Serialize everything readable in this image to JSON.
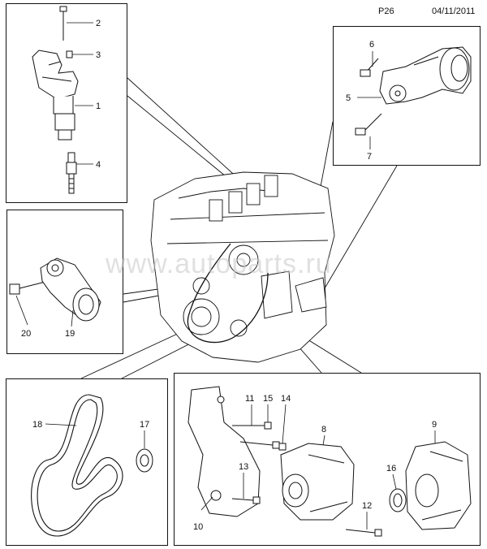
{
  "header": {
    "page_code": "P26",
    "date": "04/11/2011"
  },
  "watermark": "www.autoparts.ru",
  "callouts": {
    "c1": "1",
    "c2": "2",
    "c3": "3",
    "c4": "4",
    "c5": "5",
    "c6": "6",
    "c7": "7",
    "c8": "8",
    "c9": "9",
    "c10": "10",
    "c11": "11",
    "c12": "12",
    "c13": "13",
    "c14": "14",
    "c15": "15",
    "c16": "16",
    "c17": "17",
    "c18": "18",
    "c19": "19",
    "c20": "20"
  },
  "colors": {
    "line": "#111111",
    "background": "#ffffff",
    "watermark": "#c8c8c8"
  }
}
